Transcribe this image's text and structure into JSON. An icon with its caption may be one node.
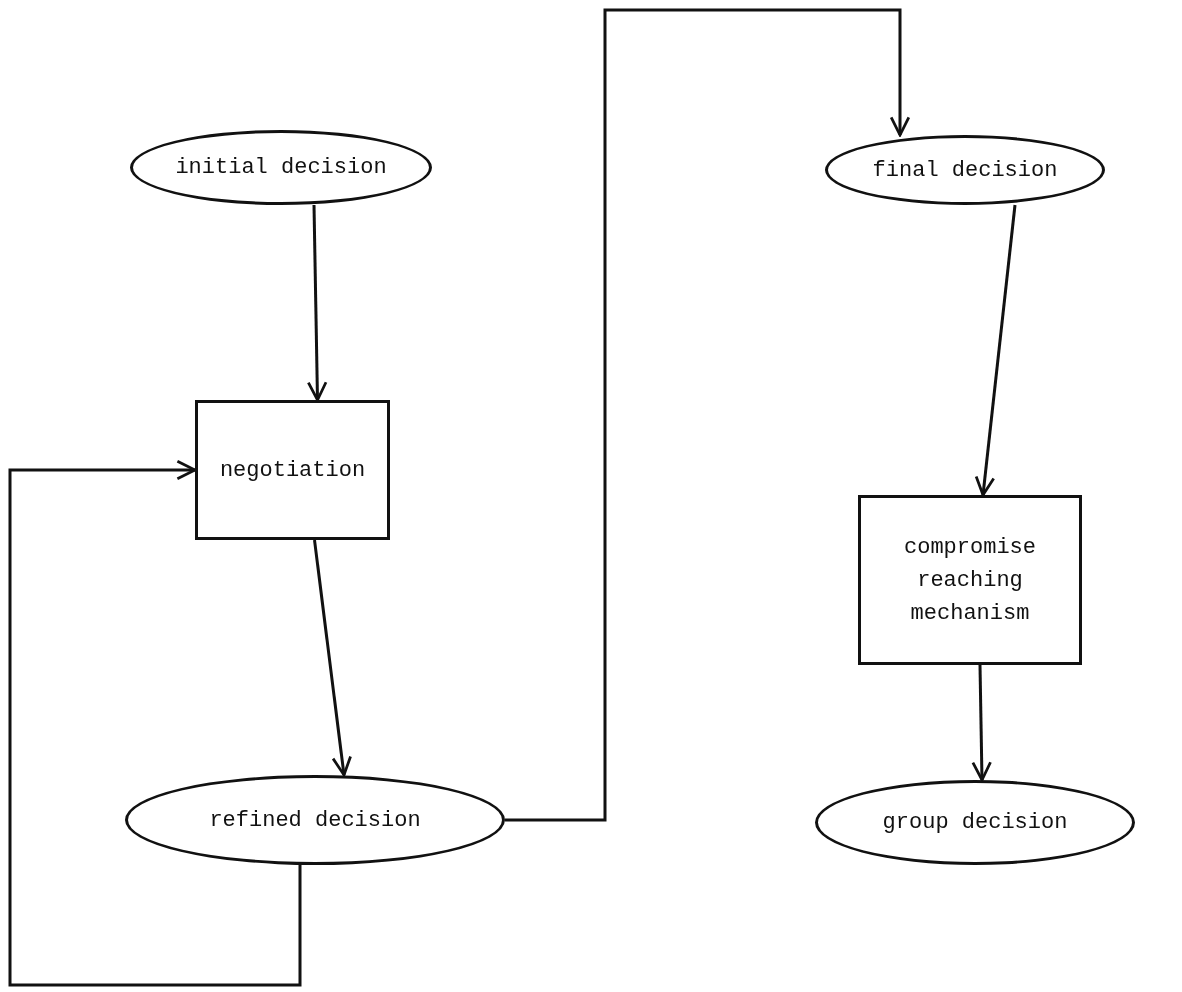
{
  "diagram": {
    "nodes": [
      {
        "text": [
          "initial decision"
        ]
      },
      {
        "text": [
          "negotiation"
        ]
      },
      {
        "text": [
          "refined decision"
        ]
      },
      {
        "text": [
          "final decision"
        ]
      },
      {
        "text": [
          "compromise reaching mechanism"
        ]
      },
      {
        "text": [
          "group decision"
        ]
      }
    ],
    "edges": [
      {
        "from": 0,
        "to": 1,
        "arrow": "to"
      },
      {
        "from": 1,
        "to": 2,
        "arrow": "to"
      },
      {
        "from": 2,
        "to": 1,
        "arrow": "to"
      },
      {
        "from": 2,
        "to": 3,
        "arrow": "to"
      },
      {
        "from": 3,
        "to": 4,
        "arrow": "to"
      },
      {
        "from": 4,
        "to": 5,
        "arrow": "to"
      }
    ]
  }
}
